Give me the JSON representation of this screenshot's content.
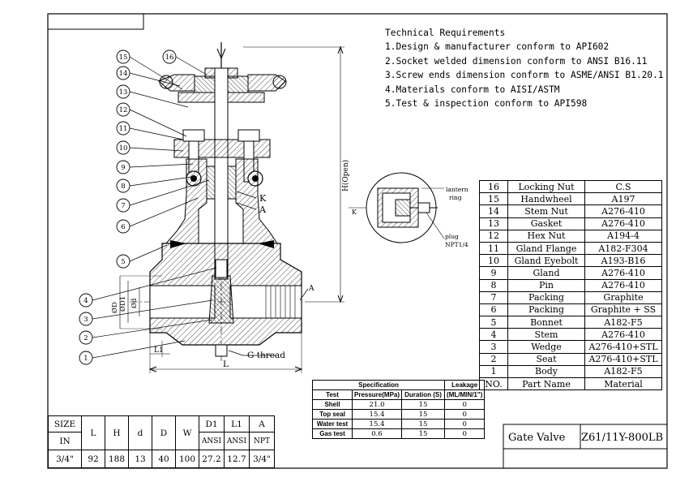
{
  "technical_requirements": {
    "title": "Technical Requirements",
    "items": [
      "1.Design & manufacturer conform to API602",
      "2.Socket welded dimension conform to ANSI B16.11",
      "3.Screw ends dimension conform to ASME/ANSI B1.20.1",
      "4.Materials conform to AISI/ASTM",
      "5.Test & inspection conform to API598"
    ]
  },
  "parts_table": {
    "header": {
      "no": "NO.",
      "part_name": "Part Name",
      "material": "Material"
    },
    "rows": [
      {
        "no": "16",
        "part_name": "Locking Nut",
        "material": "C.S"
      },
      {
        "no": "15",
        "part_name": "Handwheel",
        "material": "A197"
      },
      {
        "no": "14",
        "part_name": "Stem Nut",
        "material": "A276-410"
      },
      {
        "no": "13",
        "part_name": "Gasket",
        "material": "A276-410"
      },
      {
        "no": "12",
        "part_name": "Hex Nut",
        "material": "A194-4"
      },
      {
        "no": "11",
        "part_name": "Gland Flange",
        "material": "A182-F304"
      },
      {
        "no": "10",
        "part_name": "Gland Eyebolt",
        "material": "A193-B16"
      },
      {
        "no": "9",
        "part_name": "Gland",
        "material": "A276-410"
      },
      {
        "no": "8",
        "part_name": "Pin",
        "material": "A276-410"
      },
      {
        "no": "7",
        "part_name": "Packing",
        "material": "Graphite"
      },
      {
        "no": "6",
        "part_name": "Packing",
        "material": "Graphite + SS"
      },
      {
        "no": "5",
        "part_name": "Bonnet",
        "material": "A182-F5"
      },
      {
        "no": "4",
        "part_name": "Stem",
        "material": "A276-410"
      },
      {
        "no": "3",
        "part_name": "Wedge",
        "material": "A276-410+STL"
      },
      {
        "no": "2",
        "part_name": "Seat",
        "material": "A276-410+STL"
      },
      {
        "no": "1",
        "part_name": "Body",
        "material": "A182-F5"
      }
    ]
  },
  "spec_table": {
    "title": "Specification",
    "leakage": "Leakage",
    "headers": [
      "Test",
      "Pressure(MPa)",
      "Duration (S)",
      "(ML/MIN/1\")"
    ],
    "rows": [
      {
        "test": "Shell",
        "pressure": "21.0",
        "duration": "15",
        "leakage": "0"
      },
      {
        "test": "Top seal",
        "pressure": "15.4",
        "duration": "15",
        "leakage": "0"
      },
      {
        "test": "Water test",
        "pressure": "15.4",
        "duration": "15",
        "leakage": "0"
      },
      {
        "test": "Gas test",
        "pressure": "0.6",
        "duration": "15",
        "leakage": "0"
      }
    ]
  },
  "dimension_table": {
    "size_label": "SIZE",
    "in_label": "IN",
    "cols": [
      "L",
      "H",
      "d",
      "D",
      "W",
      "D1",
      "L1",
      "A"
    ],
    "sub": [
      "",
      "",
      "",
      "",
      "",
      "ANSI",
      "ANSI",
      "NPT"
    ],
    "values": [
      "3/4\"",
      "92",
      "188",
      "13",
      "40",
      "100",
      "27.2",
      "12.7",
      "3/4\""
    ]
  },
  "title_block": {
    "name": "Gate Valve",
    "model": "Z61/11Y-800LB"
  },
  "drawing_labels": {
    "callouts": [
      "15",
      "16",
      "14",
      "13",
      "12",
      "11",
      "10",
      "9",
      "8",
      "7",
      "6",
      "5",
      "4",
      "3",
      "2",
      "1"
    ],
    "k": "K",
    "a": "A",
    "a2": "A",
    "h_open": "H(Open)",
    "g_thread": "G thread",
    "l": "L",
    "l1": "L1",
    "d_big": "ØD",
    "d1": "ØD1",
    "d_small": "Ød",
    "detail_k": "K",
    "lantern": "lantern",
    "ring": "ring",
    "plug": "plug",
    "npt": "NPT1/4"
  }
}
